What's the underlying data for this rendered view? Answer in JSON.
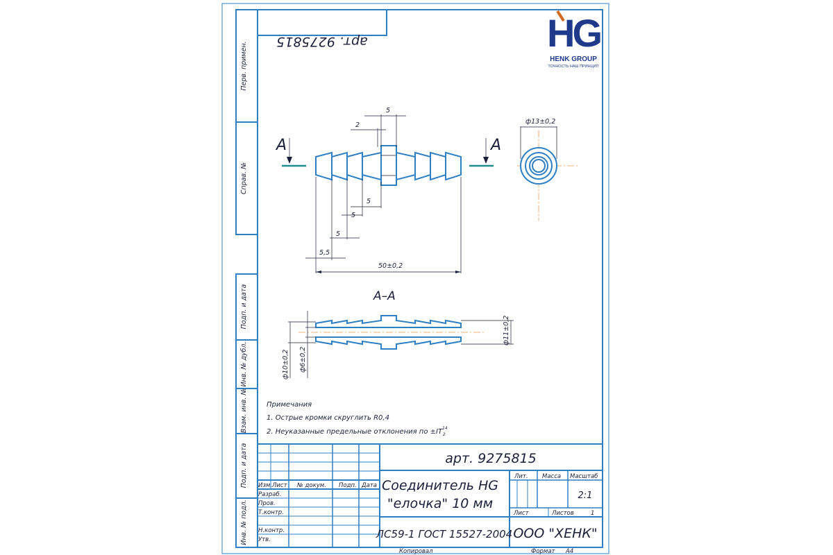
{
  "header": {
    "article_mirrored": "арт. 9275815"
  },
  "logo": {
    "mark": "HG",
    "company": "HENK GROUP",
    "tagline": "ТОЧНОСТЬ НАШ ПРИНЦИП"
  },
  "side_labels": {
    "perv_primen": "Перв. примен.",
    "sprav_no": "Справ. №",
    "podp_data_1": "Подп. и дата",
    "inv_dubl": "Инв. № дубл.",
    "vzam_inv": "Взам. инв. №",
    "podp_data_2": "Подп. и дата",
    "inv_podl": "Инв. № подл."
  },
  "section": {
    "marker": "А",
    "title": "А–А"
  },
  "dims": {
    "d5_top": "5",
    "d2": "2",
    "d5_a": "5",
    "d5_b": "5",
    "d5_c": "5",
    "d5_5": "5,5",
    "total": "50±0,2",
    "end_d": "ф13±0,2",
    "d11": "ф11±0,2",
    "d10": "ф10±0,2",
    "d6": "ф6±0,2"
  },
  "notes": {
    "title": "Примечания",
    "n1": "1. Острые кромки скруглить R0,4",
    "n2": "2. Неуказанные предельные отклонения по ±IT",
    "n2_sup": "14",
    "n2_sub": "2"
  },
  "title_block": {
    "article": "арт. 9275815",
    "name_line1": "Соединитель HG",
    "name_line2": "\"елочка\" 10 мм",
    "material": "ЛС59-1 ГОСТ 15527-2004",
    "company": "ООО \"ХЕНК\"",
    "lit": "Лит.",
    "massa": "Масса",
    "masshtab": "Масштаб",
    "scale_val": "2:1",
    "list": "Лист",
    "listov": "Листов",
    "listov_val": "1",
    "col_izm": "Изм.",
    "col_list": "Лист",
    "col_docum": "№ докум.",
    "col_podp": "Подп.",
    "col_data": "Дата",
    "row_razrab": "Разраб.",
    "row_prov": "Пров.",
    "row_tkontr": "Т.контр.",
    "row_nkontr": "Н.контр.",
    "row_utv": "Утв.",
    "kopiroval": "Копировал",
    "format_label": "Формат",
    "format_val": "А4"
  }
}
